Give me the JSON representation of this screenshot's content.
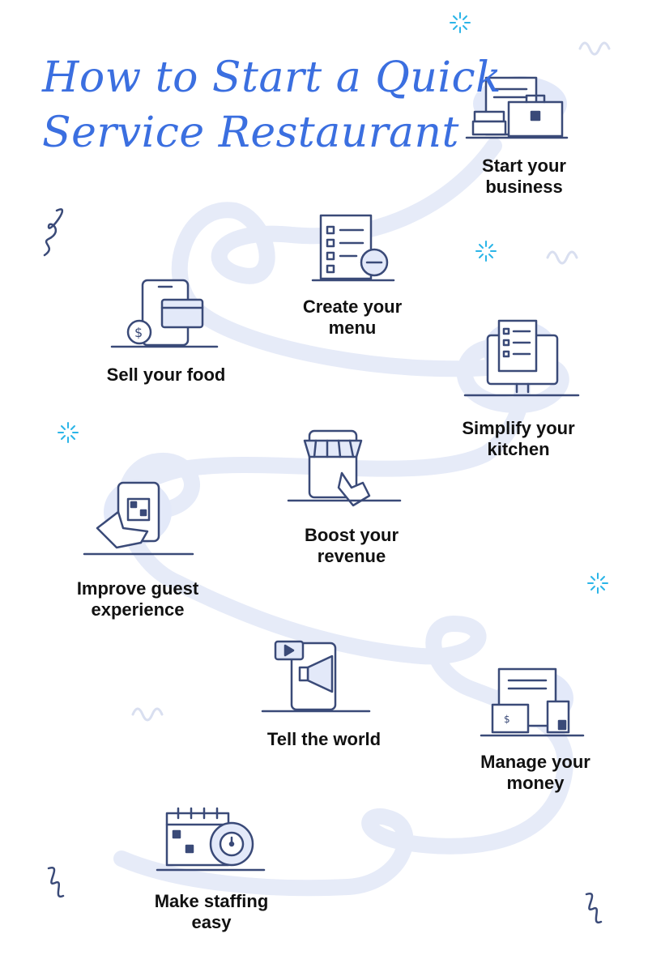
{
  "title": {
    "line1": "How to Start a Quick",
    "line2": "Service Restaurant"
  },
  "colors": {
    "accent": "#3b6fe0",
    "icon_stroke": "#3a4a78",
    "icon_fill": "#e3e9f9",
    "path": "#e6ebf8",
    "sparkle": "#2bb5e8",
    "text": "#111111"
  },
  "steps": [
    {
      "icon": "business-documents-briefcase-icon",
      "line1": "Start your",
      "line2": "business"
    },
    {
      "icon": "menu-checklist-icon",
      "line1": "Create your",
      "line2": "menu"
    },
    {
      "icon": "phone-card-payment-icon",
      "line1": "Sell your food",
      "line2": ""
    },
    {
      "icon": "kitchen-display-monitor-icon",
      "line1": "Simplify your",
      "line2": "kitchen"
    },
    {
      "icon": "online-store-tap-icon",
      "line1": "Boost your",
      "line2": "revenue"
    },
    {
      "icon": "qr-code-phone-hand-icon",
      "line1": "Improve guest",
      "line2": "experience"
    },
    {
      "icon": "video-megaphone-phone-icon",
      "line1": "Tell the world",
      "line2": ""
    },
    {
      "icon": "invoice-wallet-calculator-icon",
      "line1": "Manage your",
      "line2": "money"
    },
    {
      "icon": "calendar-gear-icon",
      "line1": "Make staffing",
      "line2": "easy"
    }
  ]
}
